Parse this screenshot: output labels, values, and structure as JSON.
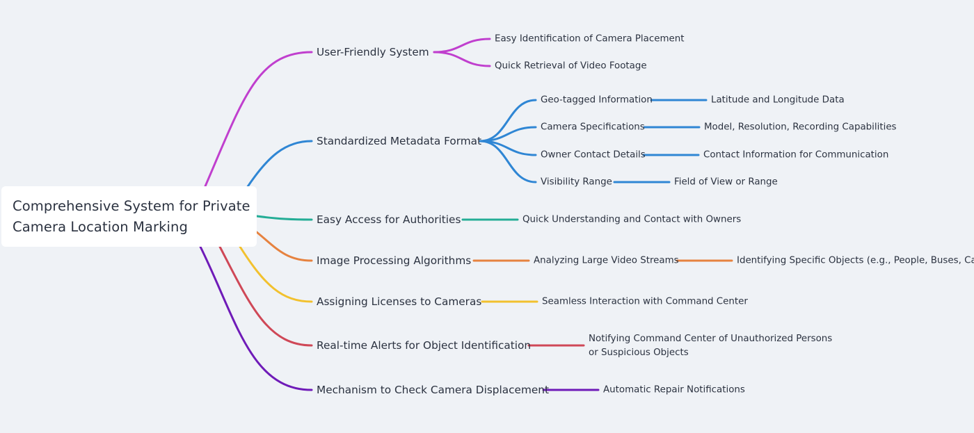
{
  "root": {
    "line1": "Comprehensive System for Private",
    "line2": "Camera Location Marking"
  },
  "branches": [
    {
      "label": "User-Friendly System",
      "color": "#c03fce",
      "children": [
        {
          "label": "Easy Identification of Camera Placement"
        },
        {
          "label": "Quick Retrieval of Video Footage"
        }
      ]
    },
    {
      "label": "Standardized Metadata Format",
      "color": "#2f86d4",
      "children": [
        {
          "label": "Geo-tagged Information",
          "child": "Latitude and Longitude Data"
        },
        {
          "label": "Camera Specifications",
          "child": "Model, Resolution, Recording Capabilities"
        },
        {
          "label": "Owner Contact Details",
          "child": "Contact Information for Communication"
        },
        {
          "label": "Visibility Range",
          "child": "Field of View or Range"
        }
      ]
    },
    {
      "label": "Easy Access for Authorities",
      "color": "#24ad96",
      "children": [
        {
          "label": "Quick Understanding and Contact with Owners"
        }
      ]
    },
    {
      "label": "Image Processing Algorithms",
      "color": "#e6823f",
      "children": [
        {
          "label": "Analyzing Large Video Streams",
          "child": "Identifying Specific Objects (e.g., People, Buses, Cars)"
        }
      ]
    },
    {
      "label": "Assigning Licenses to Cameras",
      "color": "#f2c12e",
      "children": [
        {
          "label": "Seamless Interaction with Command Center"
        }
      ]
    },
    {
      "label": "Real-time Alerts for Object Identification",
      "color": "#cf4857",
      "children": [
        {
          "label": "Notifying Command Center of Unauthorized Persons or Suspicious Objects"
        }
      ]
    },
    {
      "label": "Mechanism to Check Camera Displacement",
      "color": "#6f1bb8",
      "children": [
        {
          "label": "Automatic Repair Notifications"
        }
      ]
    }
  ]
}
